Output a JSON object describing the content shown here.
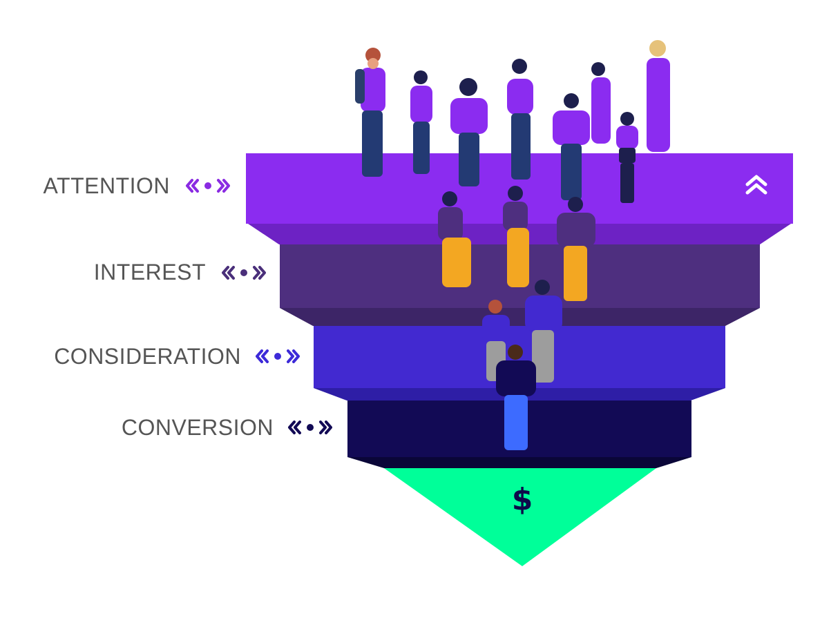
{
  "stages": [
    {
      "label": "ATTENTION",
      "color": "#8a2be2",
      "arrow_color": "#8a2be2"
    },
    {
      "label": "INTEREST",
      "color": "#4e2f7f",
      "arrow_color": "#4a2f7a"
    },
    {
      "label": "CONSIDERATION",
      "color": "#4229d0",
      "arrow_color": "#3d2ad8"
    },
    {
      "label": "CONVERSION",
      "color": "#120a55",
      "arrow_color": "#120a55"
    }
  ],
  "outcome": {
    "symbol": "$",
    "color": "#00ff99",
    "symbol_color": "#0d0a4a"
  },
  "icons": {
    "top_right": "double-chevron-up-icon",
    "stage_marker": "chevron-dot-chevron-icon"
  }
}
